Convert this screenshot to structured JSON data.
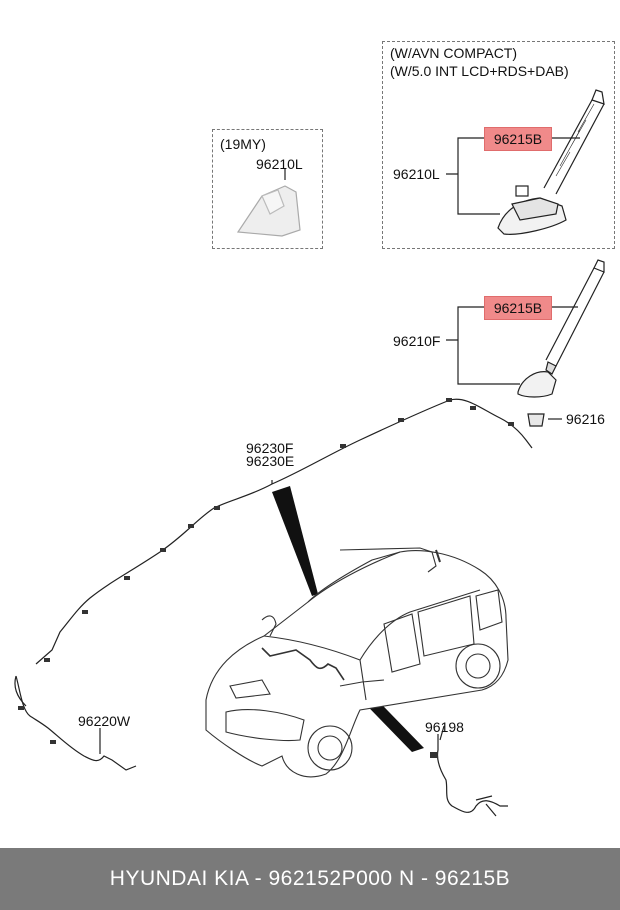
{
  "diagram": {
    "variant_box": {
      "line1": "(W/AVN COMPACT)",
      "line2": "(W/5.0 INT LCD+RDS+DAB)"
    },
    "year_box": {
      "label": "(19MY)"
    },
    "parts": {
      "p96210L_box": "96210L",
      "p96215B_top": "96215B",
      "p96210L": "96210L",
      "p96215B_mid": "96215B",
      "p96210F": "96210F",
      "p96216": "96216",
      "p96230F": "96230F",
      "p96230E": "96230E",
      "p96220W": "96220W",
      "p96198": "96198"
    },
    "highlight_color": "#f08a8a"
  },
  "footer": {
    "text": "HYUNDAI  KIA - 962152P000     N - 96215B"
  }
}
